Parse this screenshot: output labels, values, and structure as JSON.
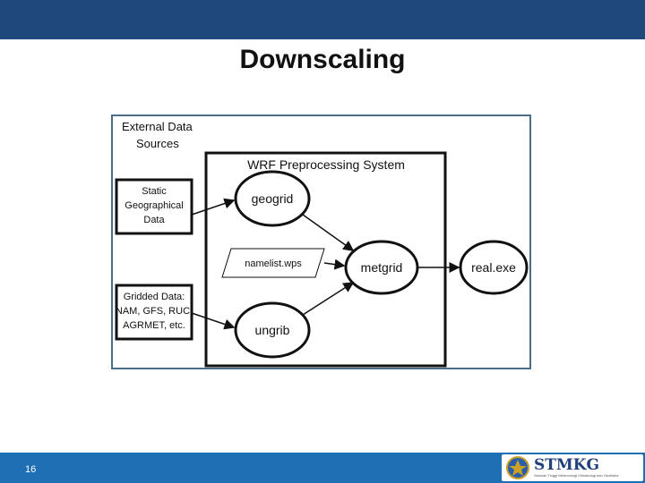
{
  "slide": {
    "title": "Downscaling",
    "page_number": "16"
  },
  "diagram": {
    "external_sources_label": [
      "External Data",
      "Sources"
    ],
    "wps_label": "WRF Preprocessing System",
    "static_data": [
      "Static",
      "Geographical",
      "Data"
    ],
    "gridded_data": [
      "Gridded Data:",
      "NAM, GFS, RUC,",
      "AGRMET, etc."
    ],
    "geogrid": "geogrid",
    "ungrib": "ungrib",
    "namelist": "namelist.wps",
    "metgrid": "metgrid",
    "real_exe": "real.exe"
  },
  "logo": {
    "name": "STMKG",
    "tagline": "Sekolah Tinggi Meteorologi Klimatologi dan Geofisika"
  },
  "colors": {
    "top_bar": "#1f497d",
    "bottom_bar": "#1f6fb5",
    "diagram_border": "#4a6e8a"
  }
}
